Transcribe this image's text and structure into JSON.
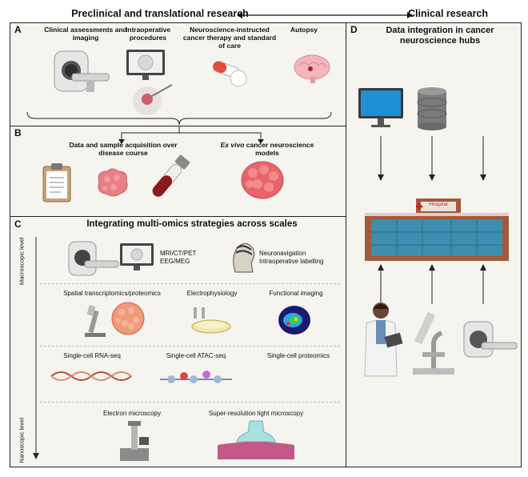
{
  "header": {
    "left_title": "Preclinical and translational research",
    "right_title": "Clinical research"
  },
  "panel_a": {
    "letter": "A",
    "items": [
      {
        "label": "Clinical assessments and imaging"
      },
      {
        "label": "Intraoperative procedures"
      },
      {
        "label": "Neuroscience-instructed cancer therapy and standard of care"
      },
      {
        "label": "Autopsy"
      }
    ]
  },
  "panel_b": {
    "letter": "B",
    "acquisition_label": "Data and sample acquisition over disease course",
    "models_label_italic": "Ex vivo",
    "models_label_rest": "cancer neuroscience models"
  },
  "panel_c": {
    "letter": "C",
    "title": "Integrating multi-omics strategies across scales",
    "macro_label": "Macroscopic level",
    "nano_label": "Nanoscopic level",
    "row1": {
      "imaging_text_1": "MRI/CT/PET",
      "imaging_text_2": "EEG/MEG",
      "neuro_text_1": "Neuronavigation",
      "neuro_text_2": "Intraoperative labelling"
    },
    "row2": {
      "spatial": "Spatial transcriptomics/proteomics",
      "ephys": "Electrophysiology",
      "functional": "Functional imaging"
    },
    "row3": {
      "rnaseq": "Single-cell RNA-seq",
      "atacseq": "Single-cell ATAC-seq",
      "proteomics": "Single-cell proteomics"
    },
    "row4": {
      "em": "Electron microscopy",
      "srlm": "Super-resolution light microscopy"
    }
  },
  "panel_d": {
    "letter": "D",
    "title": "Data integration in cancer neuroscience hubs",
    "hospital_sign": "Hospital"
  },
  "colors": {
    "panel_bg": "#f6f4ef",
    "tissue_pink": "#e87f86",
    "blood_red": "#8b1a1a",
    "screen_blue": "#1f8fd6",
    "building_blue": "#3c8fb0",
    "brick": "#a35a3c"
  }
}
